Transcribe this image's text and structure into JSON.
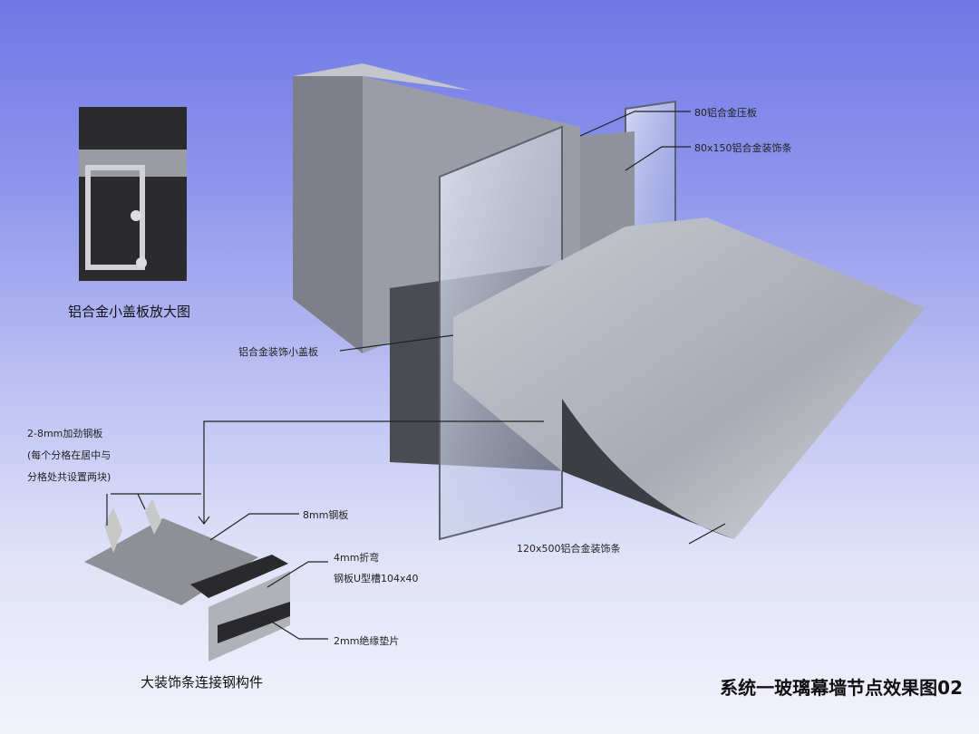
{
  "labels": {
    "pressure_plate": "80铝合金压板",
    "small_fin": "80x150铝合金装饰条",
    "cover_plate": "铝合金装饰小盖板",
    "large_fin": "120x500铝合金装饰条",
    "stiffener_line1": "2-8mm加劲钢板",
    "stiffener_line2": "(每个分格在居中与",
    "stiffener_line3": "分格处共设置两块)",
    "steel_plate": "8mm钢板",
    "u_channel_line1": "4mm折弯",
    "u_channel_line2": "钢板U型槽104x40",
    "insulation_pad": "2mm绝缘垫片"
  },
  "captions": {
    "detail": "铝合金小盖板放大图",
    "connector": "大装饰条连接钢构件"
  },
  "title": "系统一玻璃幕墙节点效果图02"
}
